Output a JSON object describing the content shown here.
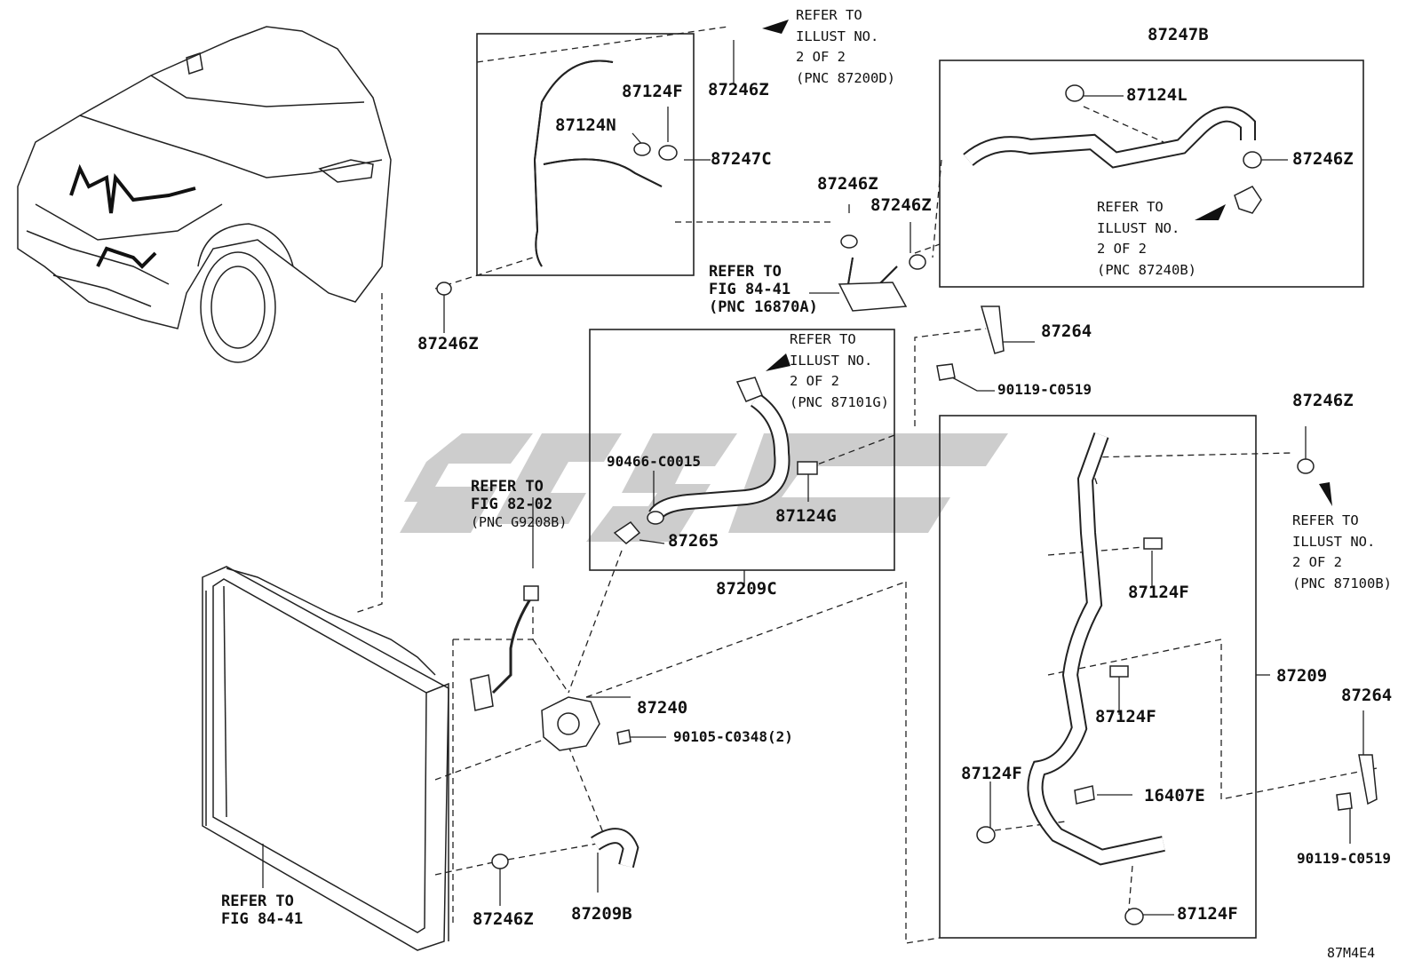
{
  "parts": {
    "p87247B": "87247B",
    "p87124L": "87124L",
    "p87246Z_right_top": "87246Z",
    "p87246Z_top": "87246Z",
    "p87124F_top": "87124F",
    "p87124N": "87124N",
    "p87247C": "87247C",
    "p87246Z_mid1": "87246Z",
    "p87246Z_mid2": "87246Z",
    "p87246Z_left": "87246Z",
    "p87264_mid": "87264",
    "p90119_mid": "90119-C0519",
    "p87246Z_right": "87246Z",
    "p90466": "90466-C0015",
    "p87124G": "87124G",
    "p87265": "87265",
    "p87209C": "87209C",
    "p87124F_r1": "87124F",
    "p87124F_r2": "87124F",
    "p87209": "87209",
    "p87264_right": "87264",
    "p87124F_r3": "87124F",
    "p16407E": "16407E",
    "p90119_right": "90119-C0519",
    "p87124F_bottom": "87124F",
    "p87240": "87240",
    "p90105": "90105-C0348(2)",
    "p87246Z_bottom": "87246Z",
    "p87209B": "87209B"
  },
  "references": {
    "r_87200D": [
      "REFER TO",
      "ILLUST NO.",
      "2 OF 2",
      "(PNC 87200D)"
    ],
    "r_87240B": [
      "REFER TO",
      "ILLUST NO.",
      "2 OF 2",
      "(PNC 87240B)"
    ],
    "r_16870A": [
      "REFER TO",
      "FIG 84-41",
      "(PNC 16870A)"
    ],
    "r_87101G": [
      "REFER TO",
      "ILLUST NO.",
      "2 OF 2",
      "(PNC 87101G)"
    ],
    "r_G9208B": [
      "REFER TO",
      "FIG 82-02",
      "(PNC G9208B)"
    ],
    "r_87100B": [
      "REFER TO",
      "ILLUST NO.",
      "2 OF 2",
      "(PNC 87100B)"
    ],
    "r_fig8441": [
      "REFER TO",
      "FIG 84-41"
    ]
  },
  "diagram_code": "87M4E4",
  "colors": {
    "line": "#222222",
    "watermark": "#c8c8c8"
  }
}
